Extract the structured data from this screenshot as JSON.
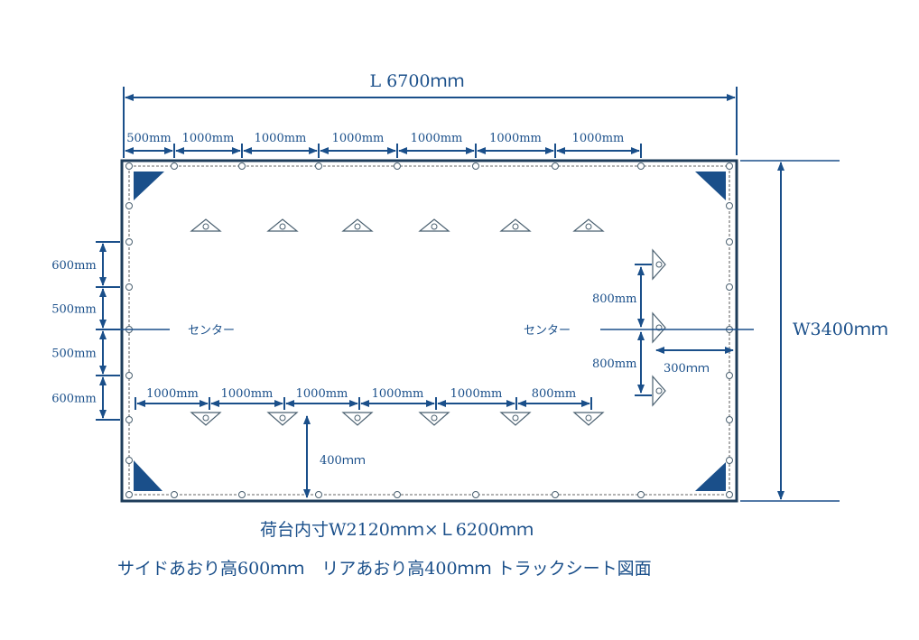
{
  "overall_length": "L 6700ｍｍ",
  "overall_width": "W3400ｍｍ",
  "top_segments": [
    "500mm",
    "1000mm",
    "1000mm",
    "1000mm",
    "1000mm",
    "1000mm",
    "1000mm"
  ],
  "left_segments": [
    "600mm",
    "500mm",
    "500mm",
    "600mm"
  ],
  "bottom_segments": [
    "1000mm",
    "1000mm",
    "1000mm",
    "1000mm",
    "1000mm",
    "800mm"
  ],
  "right_segments": [
    "800mm",
    "800mm"
  ],
  "right_offset": "300ｍｍ",
  "bottom_offset": "400ｍｍ",
  "center_label": "センター",
  "caption_line1": "荷台内寸W2120ｍｍ×Ｌ6200ｍｍ",
  "caption_line2": "サイドあおり高600ｍｍ　リアあおり高400ｍｍ トラックシート図面",
  "colors": {
    "primary": "#1a4f8a"
  }
}
